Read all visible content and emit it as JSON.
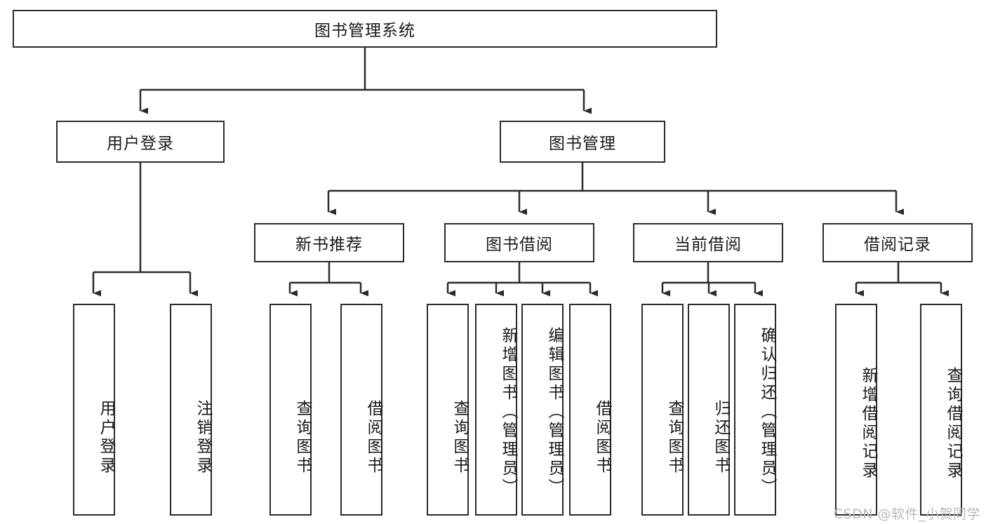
{
  "diagram": {
    "type": "tree",
    "title": "图书管理系统",
    "orientation": "top-down",
    "colors": {
      "box_border": "#2b2b2b",
      "box_fill": "#ffffff",
      "connector": "#2b2b2b",
      "text": "#1a1a1a",
      "watermark": "#b9b9b9"
    },
    "levels": {
      "level1": [
        {
          "id": "root",
          "label": "图书管理系统",
          "text_direction": "horizontal"
        }
      ],
      "level2": [
        {
          "id": "user-login",
          "label": "用户登录",
          "text_direction": "horizontal",
          "parent": "root"
        },
        {
          "id": "book-manage",
          "label": "图书管理",
          "text_direction": "horizontal",
          "parent": "root"
        }
      ],
      "level3": [
        {
          "id": "new-book-rec",
          "label": "新书推荐",
          "text_direction": "horizontal",
          "parent": "book-manage"
        },
        {
          "id": "book-borrow",
          "label": "图书借阅",
          "text_direction": "horizontal",
          "parent": "book-manage"
        },
        {
          "id": "current-borrow",
          "label": "当前借阅",
          "text_direction": "horizontal",
          "parent": "book-manage"
        },
        {
          "id": "borrow-record",
          "label": "借阅记录",
          "text_direction": "horizontal",
          "parent": "book-manage"
        }
      ],
      "level4": [
        {
          "id": "leaf-user-login",
          "label": "用户登录",
          "text_direction": "vertical",
          "parent": "user-login"
        },
        {
          "id": "leaf-user-logout",
          "label": "注销登录",
          "text_direction": "vertical",
          "parent": "user-login"
        },
        {
          "id": "leaf-query-book-1",
          "label": "查询图书",
          "text_direction": "vertical",
          "parent": "new-book-rec"
        },
        {
          "id": "leaf-borrow-book-1",
          "label": "借阅图书",
          "text_direction": "vertical",
          "parent": "new-book-rec"
        },
        {
          "id": "leaf-query-book-2",
          "label": "查询图书",
          "text_direction": "vertical",
          "parent": "book-borrow"
        },
        {
          "id": "leaf-add-book",
          "label": "新增图书（管理员）",
          "text_direction": "vertical",
          "parent": "book-borrow"
        },
        {
          "id": "leaf-edit-book",
          "label": "编辑图书（管理员）",
          "text_direction": "vertical",
          "parent": "book-borrow"
        },
        {
          "id": "leaf-borrow-book-2",
          "label": "借阅图书",
          "text_direction": "vertical",
          "parent": "book-borrow"
        },
        {
          "id": "leaf-query-book-3",
          "label": "查询图书",
          "text_direction": "vertical",
          "parent": "current-borrow"
        },
        {
          "id": "leaf-return-book",
          "label": "归还图书",
          "text_direction": "vertical",
          "parent": "current-borrow"
        },
        {
          "id": "leaf-confirm-return",
          "label": "确认归还（管理员）",
          "text_direction": "vertical",
          "parent": "current-borrow"
        },
        {
          "id": "leaf-add-record",
          "label": "新增借阅记录",
          "text_direction": "vertical",
          "parent": "borrow-record"
        },
        {
          "id": "leaf-query-record",
          "label": "查询借阅记录",
          "text_direction": "vertical",
          "parent": "borrow-record"
        }
      ]
    }
  },
  "watermark": {
    "text": "CSDN @软件_小贺同学"
  }
}
